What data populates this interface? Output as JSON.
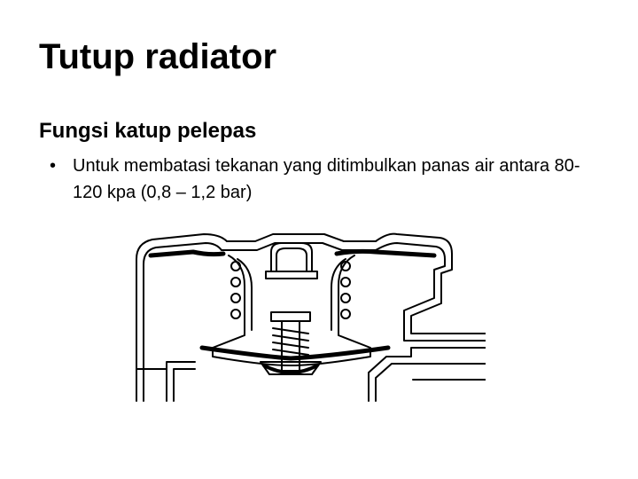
{
  "slide": {
    "title": "Tutup radiator",
    "subtitle": "Fungsi katup pelepas",
    "bullets": [
      "Untuk membatasi tekanan yang ditimbulkan panas air antara 80-120 kpa (0,8 – 1,2 bar)"
    ],
    "bullet_glyph": "•"
  },
  "figure": {
    "icon": "radiator-cap-diagram"
  }
}
